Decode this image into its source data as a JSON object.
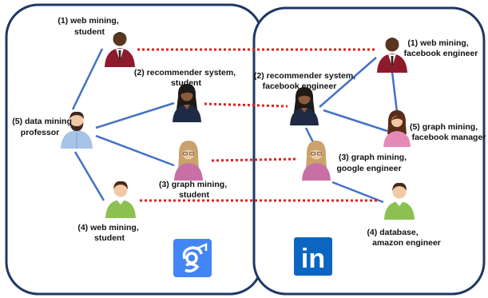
{
  "colors": {
    "panel_border": "#1f3864",
    "edge_line": "#4472c4",
    "cross_link": "#e02020",
    "scholar_badge": "#4285f4",
    "linkedin_badge": "#0a66c2"
  },
  "left_network": {
    "logo": "google-scholar-logo",
    "nodes": [
      {
        "id": "L1",
        "line1": "(1) web mining,",
        "line2": "student",
        "avatar": "man-dark-suit"
      },
      {
        "id": "L2",
        "line1": "(2) recommender system,",
        "line2": "student",
        "avatar": "woman-dark-navy"
      },
      {
        "id": "L3",
        "line1": "(3) graph mining,",
        "line2": "student",
        "avatar": "woman-blonde-pink"
      },
      {
        "id": "L4",
        "line1": "(4) web mining,",
        "line2": "student",
        "avatar": "man-green-shirt"
      },
      {
        "id": "L5",
        "line1": "(5) data mining",
        "line2": "professor",
        "avatar": "man-bearded-blue"
      }
    ]
  },
  "right_network": {
    "logo": "linkedin-logo",
    "logo_text": "in",
    "nodes": [
      {
        "id": "R1",
        "line1": "(1) web mining,",
        "line2": "facebook engineer",
        "avatar": "man-dark-suit"
      },
      {
        "id": "R2",
        "line1": "(2) recommender system,",
        "line2": "facebook engineer",
        "avatar": "woman-dark-navy"
      },
      {
        "id": "R3",
        "line1": "(3) graph mining,",
        "line2": "google engineer",
        "avatar": "woman-blonde-pink"
      },
      {
        "id": "R4",
        "line1": "(4) database,",
        "line2": "amazon engineer",
        "avatar": "man-green-shirt"
      },
      {
        "id": "R5",
        "line1": "(5) graph mining,",
        "line2": "facebook manager",
        "avatar": "woman-brunette-pink"
      }
    ]
  }
}
